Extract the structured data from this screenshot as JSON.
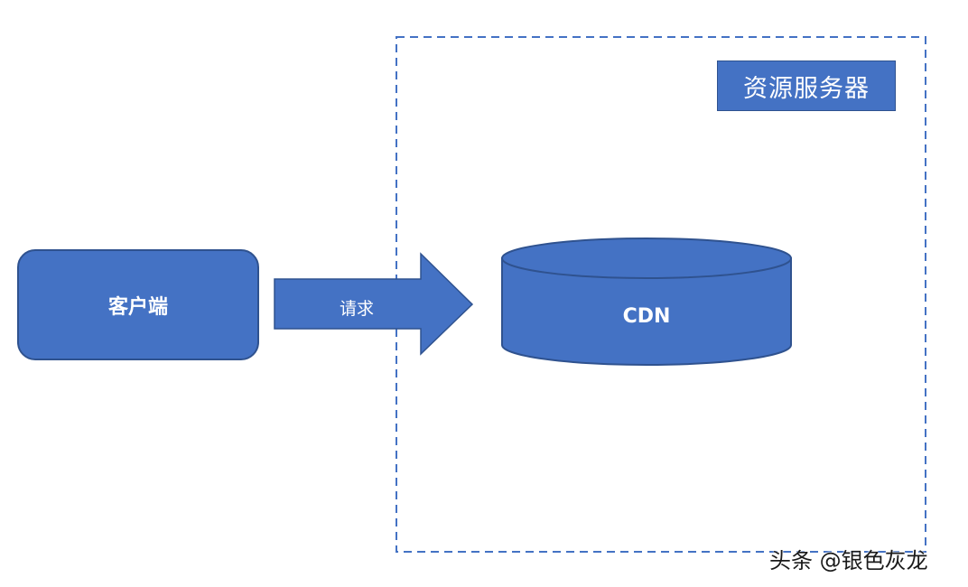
{
  "diagram": {
    "server_group": {
      "label": "资源服务器",
      "border_color": "#4472c4",
      "border_style": "dashed"
    },
    "client": {
      "label": "客户端",
      "fill_color": "#4472c4",
      "stroke_color": "#2f528f",
      "shape": "rounded-rectangle"
    },
    "request_arrow": {
      "label": "请求",
      "fill_color": "#4472c4",
      "direction": "right"
    },
    "cdn": {
      "label": "CDN",
      "fill_color": "#4472c4",
      "stroke_color": "#2f528f",
      "shape": "cylinder"
    }
  },
  "watermark": {
    "text": "头条 @银色灰龙"
  }
}
